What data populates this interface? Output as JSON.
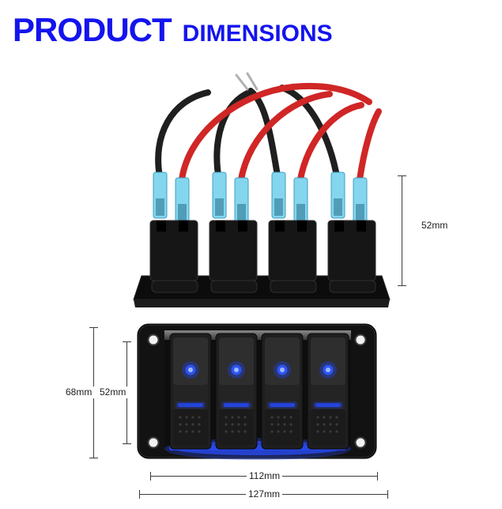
{
  "title": {
    "product": "PRODUCT",
    "dimensions": "DIMENSIONS"
  },
  "colors": {
    "accent_blue": "#1414ee",
    "wire_red": "#d02626",
    "wire_black": "#1f1f1f",
    "connector_blue": "#84d6ee",
    "led_blue": "#2e55f0",
    "glow_blue": "#2848e8",
    "panel_black": "#121212",
    "dimension_line": "#3c3c3c"
  },
  "dimensions": {
    "back_connector_height": "52mm",
    "front_total_height": "68mm",
    "front_switch_height": "52mm",
    "front_switch_width": "112mm",
    "front_total_width": "127mm"
  }
}
